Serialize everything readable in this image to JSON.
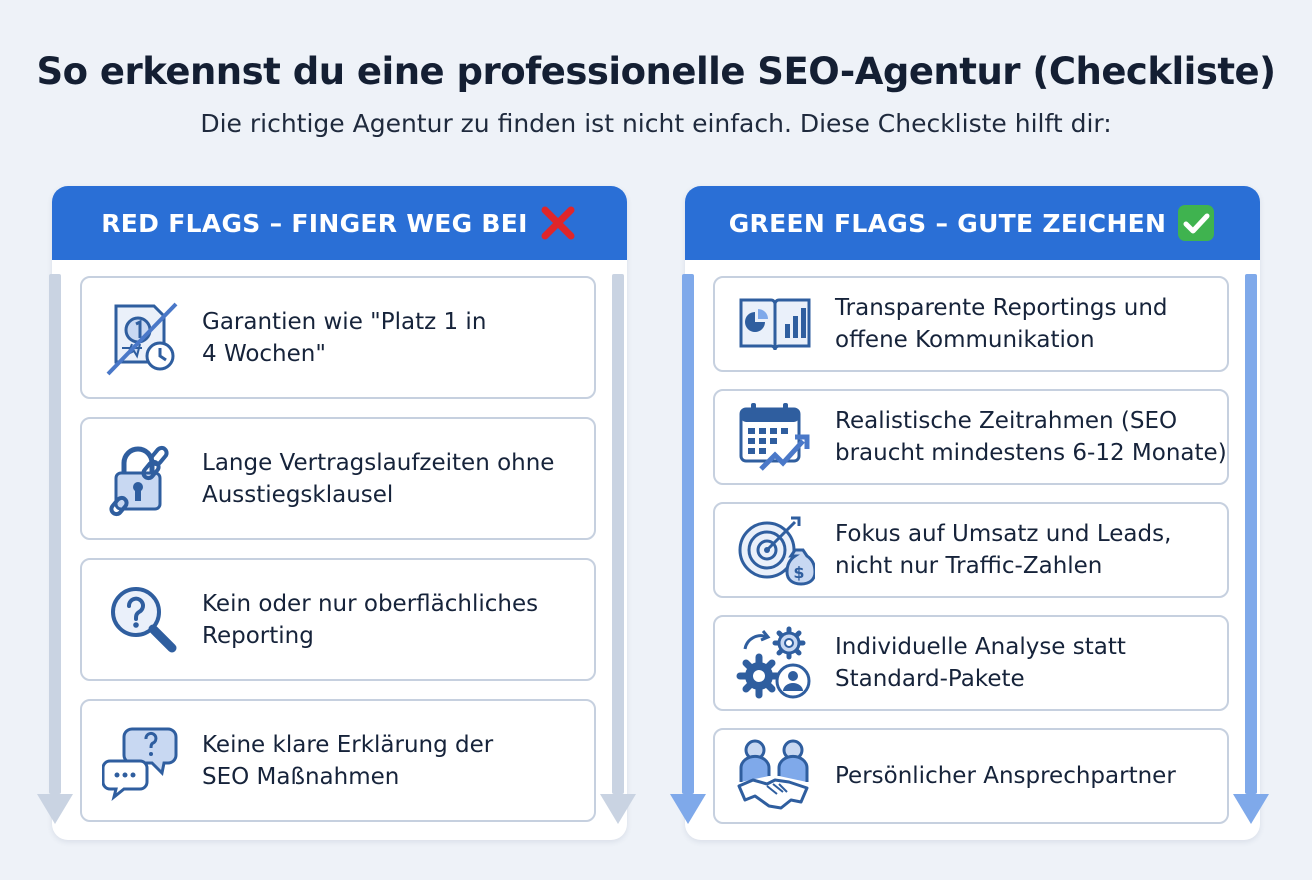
{
  "title": "So erkennst du eine professionelle SEO-Agentur (Checkliste)",
  "subtitle": "Die richtige Agentur zu finden ist nicht einfach. Diese Checkliste hilft dir:",
  "colors": {
    "header_blue": "#2a6fd6",
    "red_mark": "#e0262a",
    "green_mark": "#3fb34f",
    "icon_blue": "#2f5e9f"
  },
  "red_flags": {
    "heading": "RED FLAGS – FINGER WEG BEI",
    "mark_icon": "cross-mark-icon",
    "items": [
      {
        "icon": "guarantee-document-crossed-icon",
        "text": "Garantien wie \"Platz 1 in\n4 Wochen\""
      },
      {
        "icon": "locked-chain-icon",
        "text": "Lange Vertragslaufzeiten ohne\nAusstiegsklausel"
      },
      {
        "icon": "magnifier-question-icon",
        "text": "Kein oder nur oberflächliches\nReporting"
      },
      {
        "icon": "speech-bubbles-question-icon",
        "text": "Keine klare Erklärung der\nSEO Maßnahmen"
      }
    ]
  },
  "green_flags": {
    "heading": "GREEN FLAGS – GUTE ZEICHEN",
    "mark_icon": "check-mark-icon",
    "items": [
      {
        "icon": "open-report-book-icon",
        "text": "Transparente Reportings und\noffene Kommunikation"
      },
      {
        "icon": "calendar-growth-icon",
        "text": "Realistische Zeitrahmen (SEO\nbraucht mindestens 6-12 Monate)"
      },
      {
        "icon": "target-money-bag-icon",
        "text": "Fokus auf Umsatz und Leads,\nnicht nur Traffic-Zahlen"
      },
      {
        "icon": "gears-person-icon",
        "text": "Individuelle Analyse statt\nStandard-Pakete"
      },
      {
        "icon": "handshake-people-icon",
        "text": "Persönlicher Ansprechpartner"
      }
    ]
  }
}
